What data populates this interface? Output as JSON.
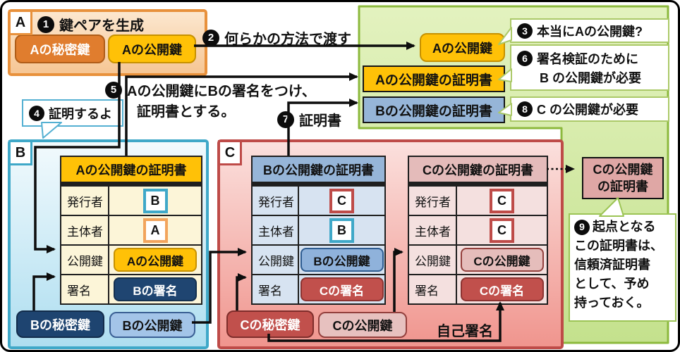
{
  "palette": {
    "gold": "#FFC107",
    "gold_border": "#C79100",
    "orange_key": "#E07D2E",
    "orange_key_border": "#AF5D18",
    "orange_panel_border": "#E8913C",
    "teal_panel_border": "#3FA8C8",
    "red_panel_border": "#BE4B48",
    "navy_key": "#1E4470",
    "lightblue_key": "#A3C4E8",
    "blue_header": "#96B5D8",
    "blue_cell": "#D7E3F1",
    "cream_cell": "#FCF5D8",
    "red_key": "#C1504C",
    "pink_key": "#E5BDBB",
    "pink_header": "#E4BBBA",
    "pink_cell": "#F4E0DF",
    "green_border": "#8CB93D",
    "green_fill_top": "#E3F2BF",
    "green_fill_bottom": "#C4E18D",
    "trusted_box_fill": "#DFA7A5"
  },
  "entity_a": {
    "tag": "A",
    "step_num": "1",
    "step_label": "鍵ペアを生成",
    "private_key": "Aの秘密鍵",
    "public_key": "Aの公開鍵"
  },
  "transfer": {
    "step2_num": "2",
    "step2_label": "何らかの方法で渡す",
    "step5_num": "5",
    "step5_line1": "Aの公開鍵にBの署名をつけ、",
    "step5_line2": "証明書とする。",
    "step7_num": "7",
    "step7_label": "証明書",
    "self_sign_label": "自己署名"
  },
  "entity_b": {
    "tag": "B",
    "bubble4_num": "4",
    "bubble4_text": "証明するよ",
    "cert": {
      "title": "Aの公開鍵の証明書",
      "issuer_label": "発行者",
      "issuer": "B",
      "subject_label": "主体者",
      "subject": "A",
      "pubkey_label": "公開鍵",
      "pubkey": "Aの公開鍵",
      "sig_label": "署名",
      "sig": "Bの署名"
    },
    "private_key": "Bの秘密鍵",
    "public_key": "Bの公開鍵"
  },
  "entity_c": {
    "tag": "C",
    "cert_b": {
      "title": "Bの公開鍵の証明書",
      "issuer_label": "発行者",
      "issuer": "C",
      "subject_label": "主体者",
      "subject": "B",
      "pubkey_label": "公開鍵",
      "pubkey": "Bの公開鍵",
      "sig_label": "署名",
      "sig": "Cの署名"
    },
    "cert_c": {
      "title": "Cの公開鍵の証明書",
      "issuer_label": "発行者",
      "issuer": "C",
      "subject_label": "主体者",
      "subject": "C",
      "pubkey_label": "公開鍵",
      "pubkey": "Cの公開鍵",
      "sig_label": "署名",
      "sig": "Cの署名"
    },
    "private_key": "Cの秘密鍵",
    "public_key": "Cの公開鍵"
  },
  "verifier": {
    "received_key": "Aの公開鍵",
    "cert_a_label": "Aの公開鍵の証明書",
    "cert_b_label": "Bの公開鍵の証明書",
    "bubble3_num": "3",
    "bubble3_text": "本当にAの公開鍵?",
    "bubble6_num": "6",
    "bubble6_line1": "署名検証のために",
    "bubble6_line2": "B の公開鍵が必要",
    "bubble8_num": "8",
    "bubble8_text": "C の公開鍵が必要",
    "trusted_cert_line1": "Cの公開鍵",
    "trusted_cert_line2": "の証明書",
    "bubble9_num": "9",
    "bubble9_line1": "起点となる",
    "bubble9_line2": "この証明書は、",
    "bubble9_line3": "信頼済証明書",
    "bubble9_line4": "として、予め",
    "bubble9_line5": "持っておく。"
  }
}
